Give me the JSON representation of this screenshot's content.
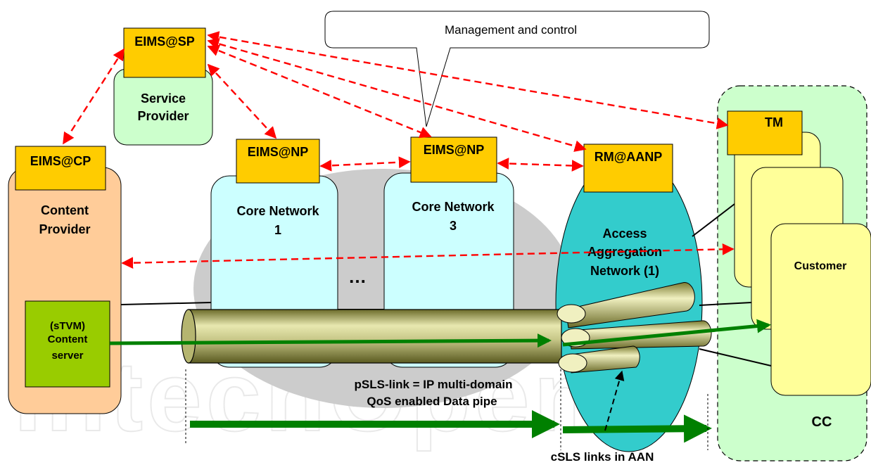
{
  "callout": {
    "text": "Management and control"
  },
  "eims_sp": {
    "tag": "EIMS@SP",
    "label_line1": "Service",
    "label_line2": "Provider"
  },
  "eims_cp": {
    "tag": "EIMS@CP",
    "label_line1": "Content",
    "label_line2": "Provider"
  },
  "core1": {
    "tag": "EIMS@NP",
    "label_line1": "Core Network",
    "label_line2": "1"
  },
  "core3": {
    "tag": "EIMS@NP",
    "label_line1": "Core Network",
    "label_line2": "3"
  },
  "ellipsis": "…",
  "aan": {
    "tag": "RM@AANP",
    "label_line1": "Access",
    "label_line2": "Aggregation",
    "label_line3": "Network (1)"
  },
  "content_server": {
    "line1": "(sTVM)",
    "line2": "Content",
    "line3": "server"
  },
  "tm": {
    "tag": "TM"
  },
  "customer": {
    "label": "Customer"
  },
  "cc": {
    "label": "CC"
  },
  "pipe": {
    "line1": "pSLS-link = IP multi-domain",
    "line2": "QoS enabled Data pipe"
  },
  "csls": {
    "label": "cSLS links in AAN"
  },
  "watermark": "IntechOpen",
  "colors": {
    "tag_fill": "#ffcc00",
    "control_arrow": "#ff0000",
    "data_arrow": "#008000",
    "service_provider_fill": "#ccffcc",
    "content_provider_fill": "#ffcc99",
    "core_fill": "#ccffff",
    "aan_fill": "#33cccc",
    "customer_fill": "#ffff99",
    "cc_fill": "#ccffcc",
    "content_server_fill": "#99cc00",
    "cloud_fill": "#cccccc"
  }
}
